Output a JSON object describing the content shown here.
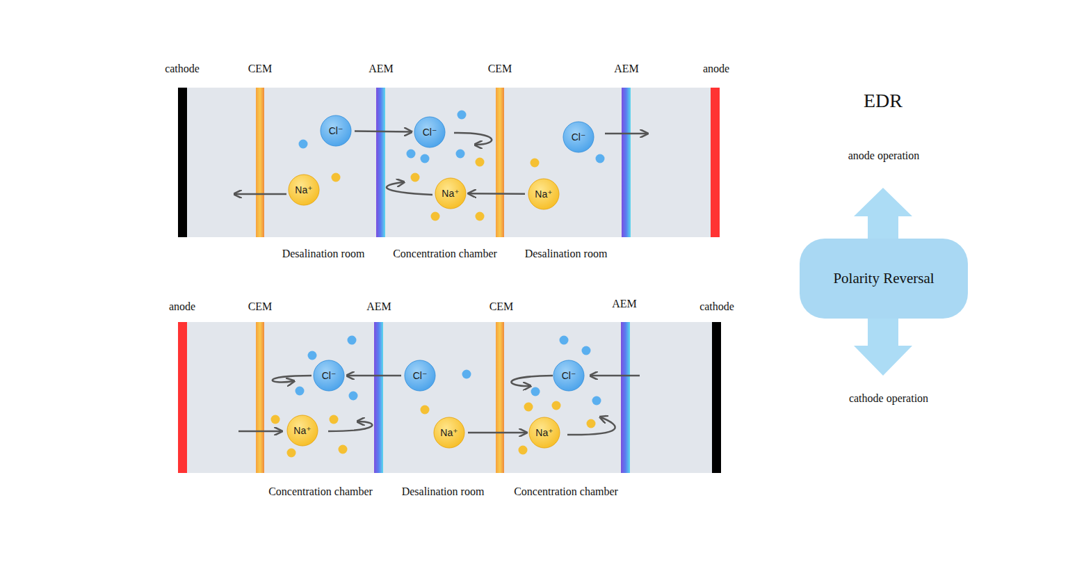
{
  "diagram": {
    "title": "EDR",
    "nodes": [
      {
        "text": [
          "Cl⁻"
        ]
      },
      {
        "text": [
          "Cl⁻"
        ]
      },
      {
        "text": [
          "Cl⁻"
        ]
      },
      {
        "text": [
          "Na⁺"
        ]
      },
      {
        "text": [
          "Na⁺"
        ]
      },
      {
        "text": [
          "Na⁺"
        ]
      },
      {
        "text": [
          "Polarity Reversal"
        ]
      },
      {
        "text": [
          "Cl⁻"
        ]
      },
      {
        "text": [
          "Cl⁻"
        ]
      },
      {
        "text": [
          "Cl⁻"
        ]
      },
      {
        "text": [
          "Na⁺"
        ]
      },
      {
        "text": [
          "Na⁺"
        ]
      },
      {
        "text": [
          "Na⁺"
        ]
      }
    ],
    "edges": [
      {
        "from": 0,
        "to": 1,
        "arrow": "to"
      },
      {
        "from": 5,
        "to": 4,
        "arrow": "to"
      },
      {
        "from": 8,
        "to": 7,
        "arrow": "to"
      },
      {
        "from": 11,
        "to": 12,
        "arrow": "to"
      }
    ],
    "labels": [
      "cathode",
      "CEM",
      "AEM",
      "CEM",
      "AEM",
      "anode",
      "Desalination room",
      "Concentration chamber",
      "Desalination room",
      "anode operation",
      "cathode operation",
      "anode",
      "CEM",
      "AEM",
      "CEM",
      "AEM",
      "cathode",
      "Concentration chamber",
      "Desalination room",
      "Concentration chamber"
    ]
  }
}
